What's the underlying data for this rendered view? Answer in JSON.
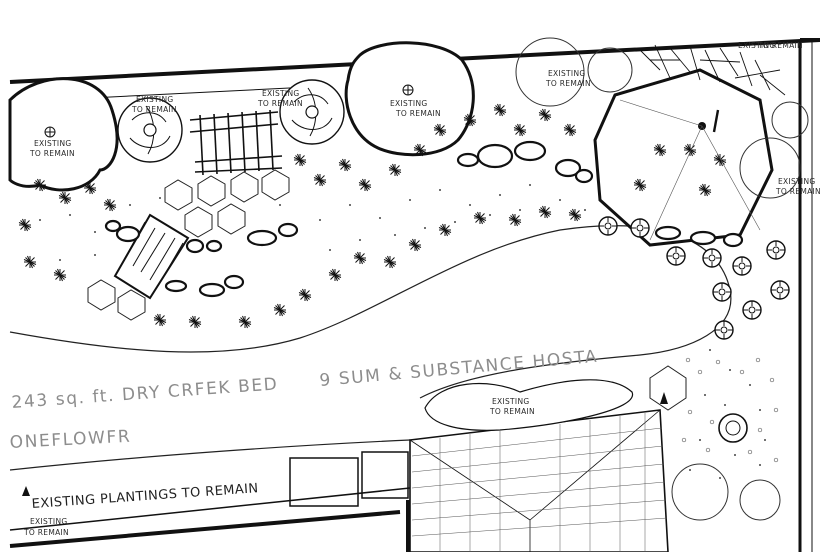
{
  "labels": {
    "existing_to_remain_1": "EXISTING",
    "existing_to_remain_2": "TO REMAIN",
    "dry_creek_bed": "243 sq. ft. DRY CRFEK BED",
    "hosta": "9 SUM & SUBSTANCE HOSTA",
    "coneflower": "ONEFLOWFR",
    "existing_plantings": "EXISTING PLANTINGS TO REMAIN"
  },
  "colors": {
    "ink": "#111111",
    "background": "#ffffff",
    "border": "#1a1a1a",
    "callout_text": "#8d8d8d"
  },
  "icons": {
    "tree_marker": "circle-cross-icon",
    "plant_symbol": "starburst-icon",
    "paver": "hexagon-icon",
    "boulder": "rock-icon"
  }
}
